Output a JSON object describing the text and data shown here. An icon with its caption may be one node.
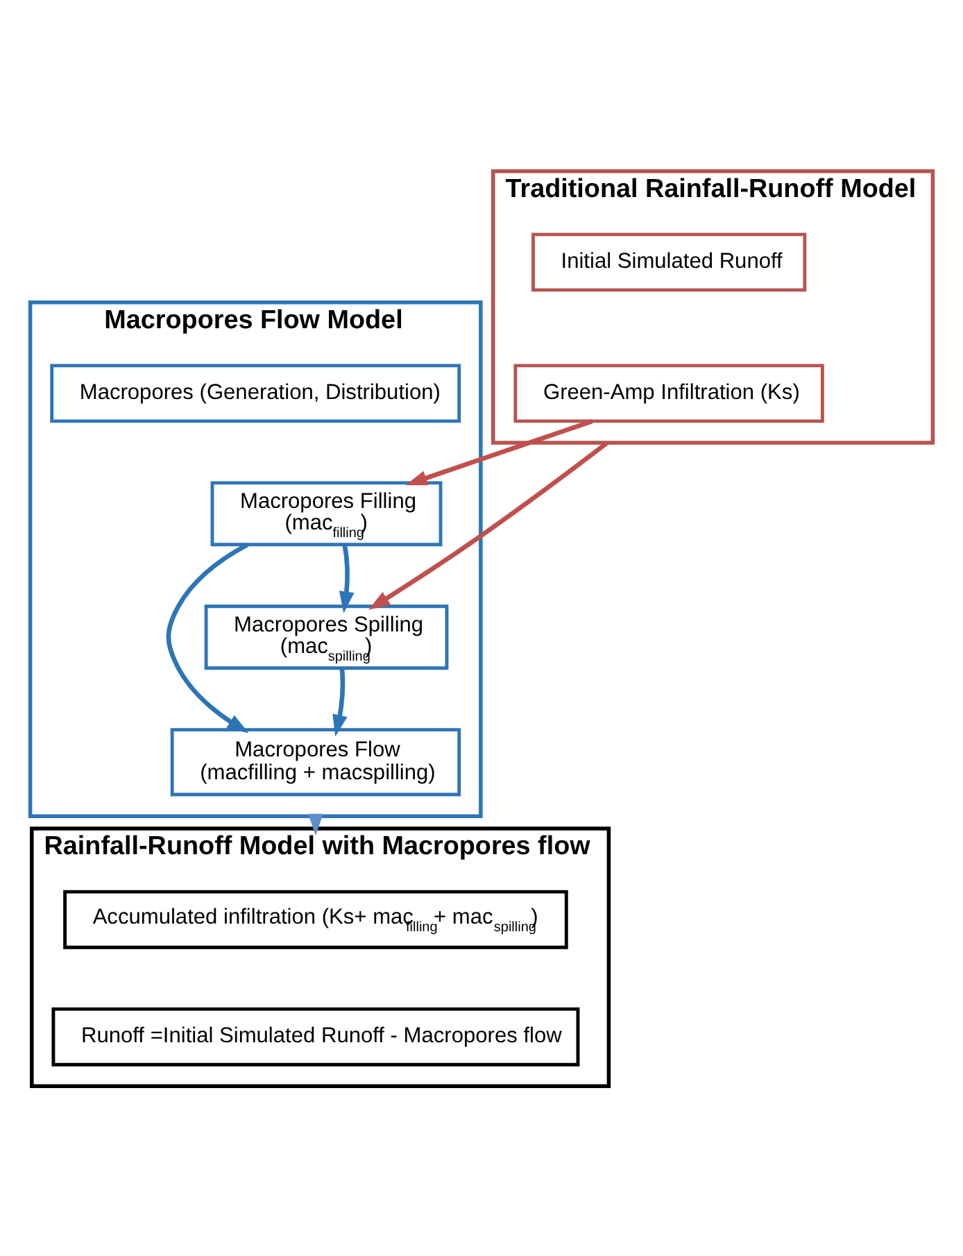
{
  "diagram": {
    "nodes": [
      {
        "text": [
          "Traditional Rainfall-Runoff Model"
        ]
      },
      {
        "text": [
          "Initial Simulated Runoff"
        ],
        "in": 0
      },
      {
        "text": [
          "Green-Amp Infiltration (Ks)"
        ],
        "in": 0
      },
      {
        "text": [
          "Macropores Flow Model"
        ]
      },
      {
        "text": [
          "Macropores (Generation, Distribution)"
        ],
        "in": 3
      },
      {
        "text": [
          "Macropores Filling",
          "(mac$_{filling}$)"
        ],
        "in": 3
      },
      {
        "text": [
          "Macropores Spilling",
          "(mac$_{spilling}$)"
        ],
        "in": 3
      },
      {
        "text": [
          "Macropores Flow",
          "(macfilling + macspilling)"
        ],
        "in": 3
      },
      {
        "text": [
          "Rainfall-Runoff Model with Macropores flow"
        ]
      },
      {
        "text": [
          "Accumulated infiltration (Ks+ mac$_{filling}$+ mac$_{spilling}$)"
        ],
        "in": 8
      },
      {
        "text": [
          "Runoff =Initial Simulated Runoff - Macropores flow"
        ],
        "in": 8
      }
    ],
    "edges": [
      {
        "from": 2,
        "to": 5,
        "arrow": "to",
        "color": "#c0504d"
      },
      {
        "from": 0,
        "to": 6,
        "arrow": "to",
        "color": "#c0504d"
      },
      {
        "from": 5,
        "to": 6,
        "arrow": "to"
      },
      {
        "from": 6,
        "to": 7,
        "arrow": "to"
      },
      {
        "from": 5,
        "to": 7,
        "arrow": "to"
      },
      {
        "from": 3,
        "to": 8,
        "arrow": "to",
        "color": "#5b8fc7"
      }
    ]
  }
}
